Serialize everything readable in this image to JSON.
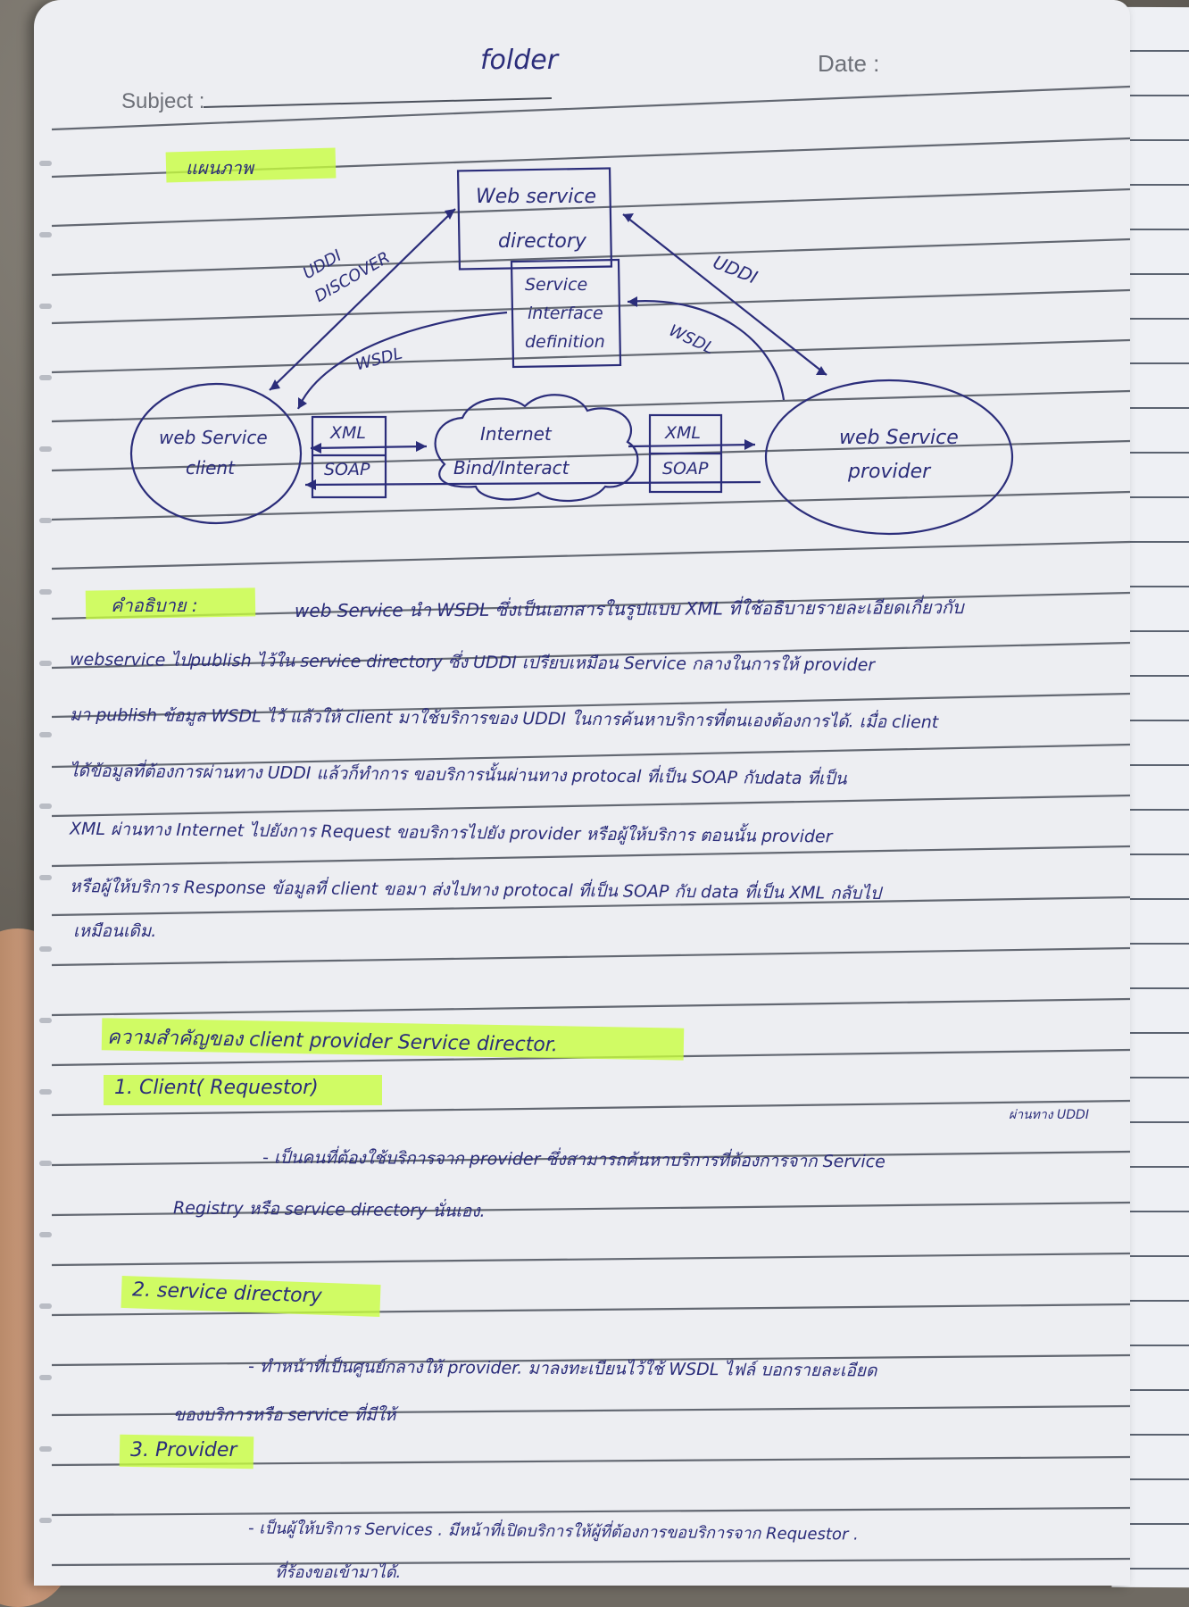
{
  "header": {
    "folder_text": "folder",
    "subject_label": "Subject :",
    "date_label": "Date :"
  },
  "section_title": "แผนภาพ",
  "diagram": {
    "directory_box": [
      "Web service",
      "directory"
    ],
    "interface_box": [
      "Service",
      "interface",
      "definition"
    ],
    "client_bubble": [
      "web Service",
      "client"
    ],
    "provider_bubble": [
      "web Service",
      "provider"
    ],
    "xml_left": "XML",
    "soap_left": "SOAP",
    "xml_right": "XML",
    "soap_right": "SOAP",
    "cloud_top": "Internet",
    "cloud_bottom": "Bind/Interact",
    "arrow_uddi_discover": [
      "UDDI",
      "DISCOVER"
    ],
    "arrow_uddi_right": "UDDI",
    "arrow_wsdl_left": "WSDL",
    "arrow_wsdl_right": "WSDL"
  },
  "explanation": {
    "label": "คำอธิบาย :",
    "lines": [
      "web Service นำ WSDL ซึ่งเป็นเอกสารในรูปแบบ XML ที่ใช้อธิบายรายละเอียดเกี่ยวกับ",
      "webservice ไปpublish ไว้ใน service directory ซึ่ง UDDI เปรียบเหมือน Service กลางในการให้ provider",
      "มา publish ข้อมูล WSDL ไว้ แล้วให้ client มาใช้บริการของ UDDI ในการค้นหาบริการที่ตนเองต้องการได้. เมื่อ client",
      "ได้ข้อมูลที่ต้องการผ่านทาง UDDI แล้วก็ทำการ ขอบริการนั้นผ่านทาง protocal ที่เป็น SOAP กับdata ที่เป็น",
      "XML ผ่านทาง Internet ไปยังการ Request ขอบริการไปยัง provider หรือผู้ให้บริการ ตอนนั้น provider",
      "หรือผู้ให้บริการ Response ข้อมูลที่ client ขอมา ส่งไปทาง protocal ที่เป็น SOAP กับ data ที่เป็น XML กลับไป",
      "เหมือนเดิม."
    ]
  },
  "roles": {
    "title": "ความสำคัญของ client provider Service director.",
    "items": [
      {
        "heading": "1. Client( Requestor)",
        "body": [
          "- เป็นคนที่ต้องใช้บริการจาก provider ซึ่งสามารถค้นหาบริการที่ต้องการจาก Service",
          "Registry หรือ service directory นั่นเอง."
        ],
        "note": "ผ่านทาง UDDI"
      },
      {
        "heading": "2. service directory",
        "body": [
          "- ทำหน้าที่เป็นศูนย์กลางให้ provider. มาลงทะเบียนไว้ใช้ WSDL ไฟล์ บอกรายละเอียด",
          "ของบริการหรือ service ที่มีให้"
        ]
      },
      {
        "heading": "3. Provider",
        "body": [
          "- เป็นผู้ให้บริการ Services . มีหน้าที่เปิดบริการให้ผู้ที่ต้องการขอบริการจาก Requestor .",
          "ที่ร้องขอเข้ามาได้."
        ]
      }
    ]
  }
}
